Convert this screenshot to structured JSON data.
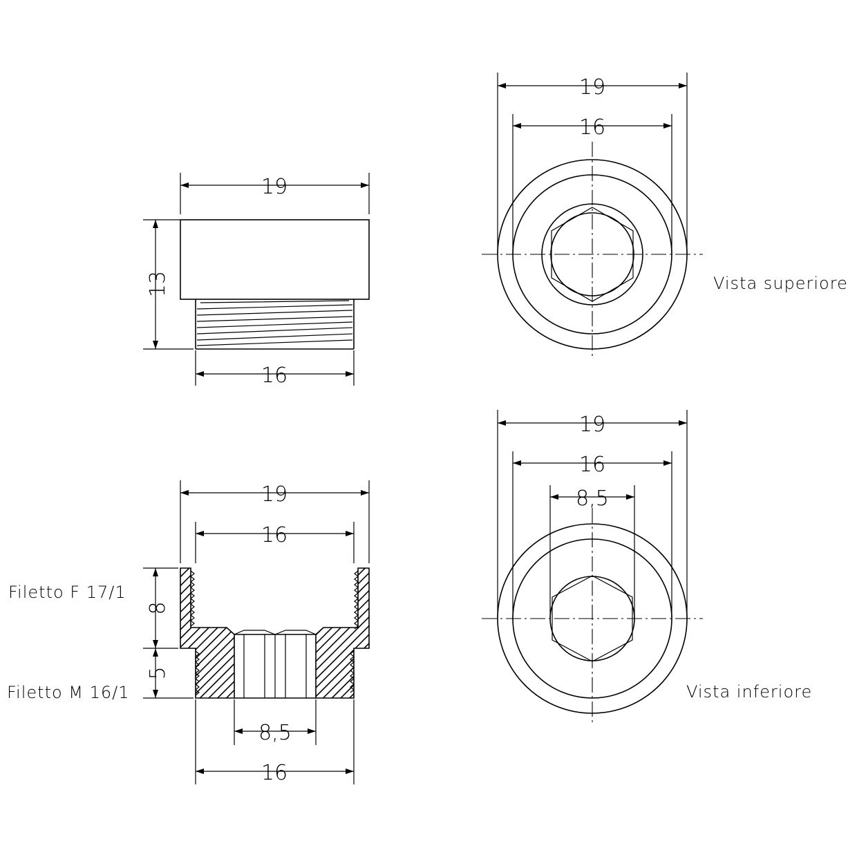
{
  "front_view": {
    "dim_top": "19",
    "dim_height": "13",
    "dim_bottom": "16"
  },
  "section_view": {
    "dim_top_outer": "19",
    "dim_top_inner": "16",
    "dim_upper_height": "8",
    "dim_lower_height": "5",
    "dim_bore": "8,5",
    "dim_bottom": "16",
    "label_upper": "Filetto F 17/1",
    "label_lower": "Filetto M 16/1"
  },
  "top_view": {
    "dim_outer": "19",
    "dim_inner": "16",
    "label": "Vista superiore"
  },
  "bottom_view": {
    "dim_outer": "19",
    "dim_inner": "16",
    "dim_bore": "8,5",
    "label": "Vista inferiore"
  }
}
